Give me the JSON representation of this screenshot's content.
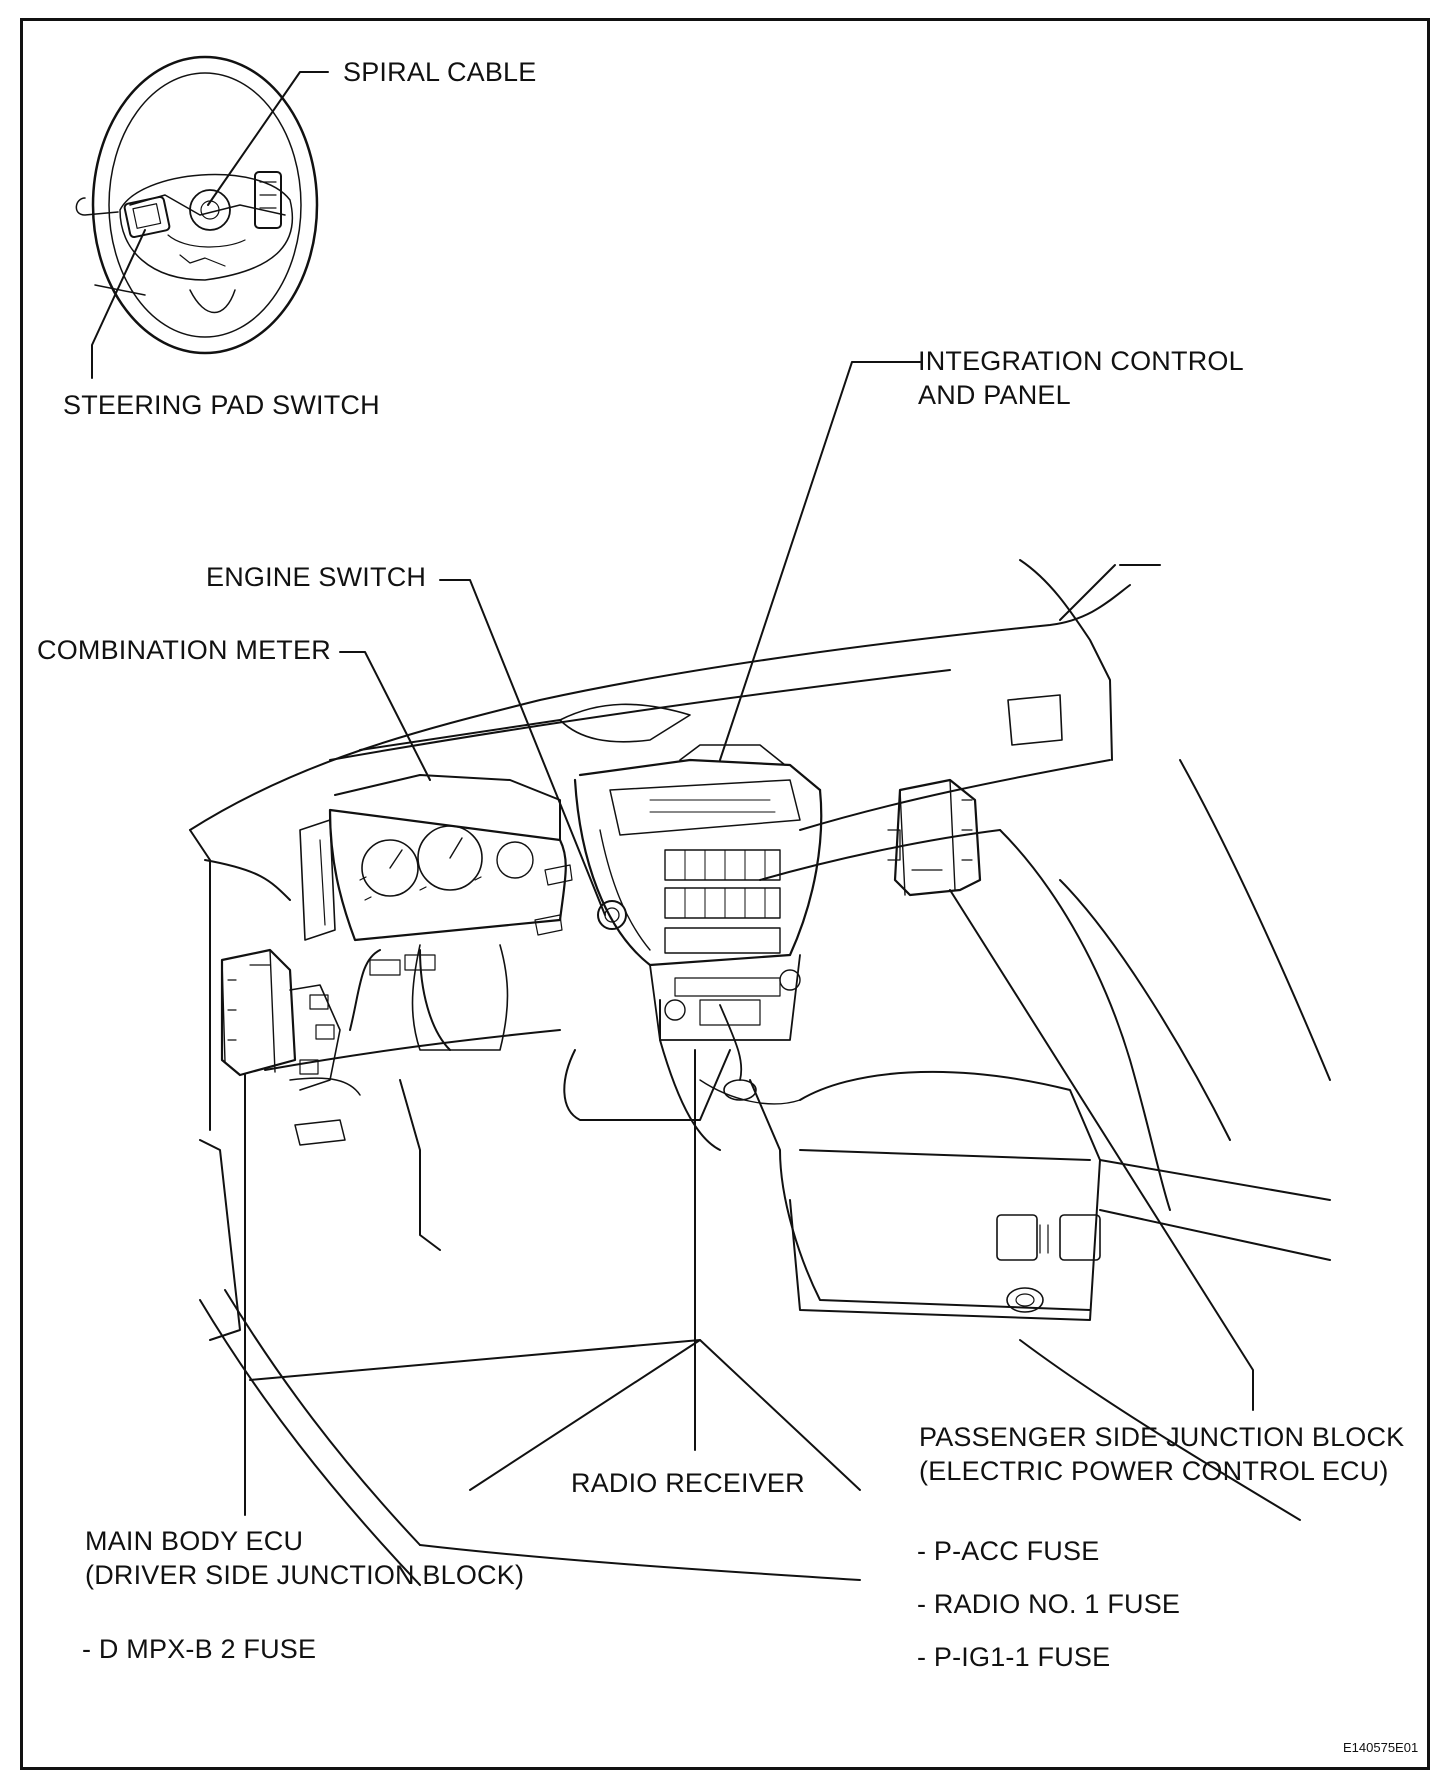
{
  "labels": {
    "spiral_cable": "SPIRAL CABLE",
    "steering_pad_switch": "STEERING PAD SWITCH",
    "integration_control_1": "INTEGRATION CONTROL",
    "integration_control_2": "AND PANEL",
    "engine_switch": "ENGINE SWITCH",
    "combination_meter": "COMBINATION METER",
    "radio_receiver": "RADIO RECEIVER",
    "passenger_jb_1": "PASSENGER SIDE JUNCTION BLOCK",
    "passenger_jb_2": "(ELECTRIC POWER CONTROL ECU)",
    "main_body_ecu_1": "MAIN BODY ECU",
    "main_body_ecu_2": "(DRIVER SIDE JUNCTION BLOCK)"
  },
  "fuses": {
    "driver": [
      "- D MPX-B 2 FUSE"
    ],
    "passenger": [
      "- P-ACC FUSE",
      "- RADIO NO. 1 FUSE",
      "- P-IG1-1 FUSE"
    ]
  },
  "figure_code": "E140575E01",
  "colors": {
    "line": "#111111",
    "background": "#ffffff"
  }
}
